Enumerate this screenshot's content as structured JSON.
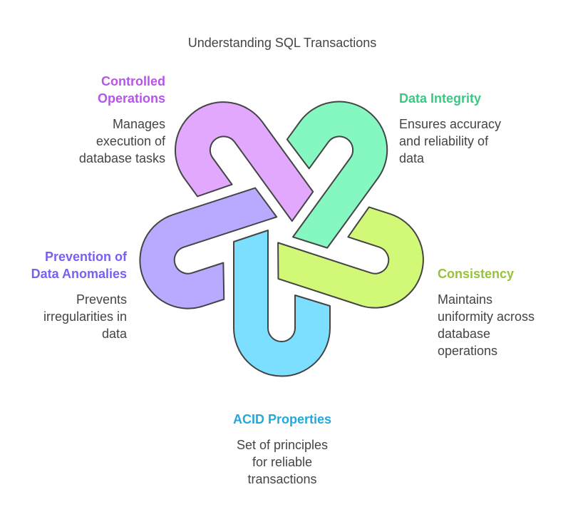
{
  "title": "Understanding SQL Transactions",
  "colors": {
    "text": "#444444",
    "outline": "#444444"
  },
  "items": [
    {
      "key": "acid",
      "title_lines": [
        "ACID Properties"
      ],
      "desc_lines": [
        "Set of principles",
        "for reliable",
        "transactions"
      ],
      "title_color": "#22a9dc",
      "fill": "#7ddfff"
    },
    {
      "key": "prevention",
      "title_lines": [
        "Prevention of",
        "Data Anomalies"
      ],
      "desc_lines": [
        "Prevents",
        "irregularities in",
        "data"
      ],
      "title_color": "#7b5ef2",
      "fill": "#b9a9ff"
    },
    {
      "key": "controlled",
      "title_lines": [
        "Controlled",
        "Operations"
      ],
      "desc_lines": [
        "Manages",
        "execution of",
        "database tasks"
      ],
      "title_color": "#b655e6",
      "fill": "#e2a8fd"
    },
    {
      "key": "integrity",
      "title_lines": [
        "Data Integrity"
      ],
      "desc_lines": [
        "Ensures accuracy",
        "and reliability of",
        "data"
      ],
      "title_color": "#3cc882",
      "fill": "#84f8c0"
    },
    {
      "key": "consistency",
      "title_lines": [
        "Consistency"
      ],
      "desc_lines": [
        "Maintains",
        "uniformity across",
        "database",
        "operations"
      ],
      "title_color": "#97c23b",
      "fill": "#d2f878"
    }
  ]
}
